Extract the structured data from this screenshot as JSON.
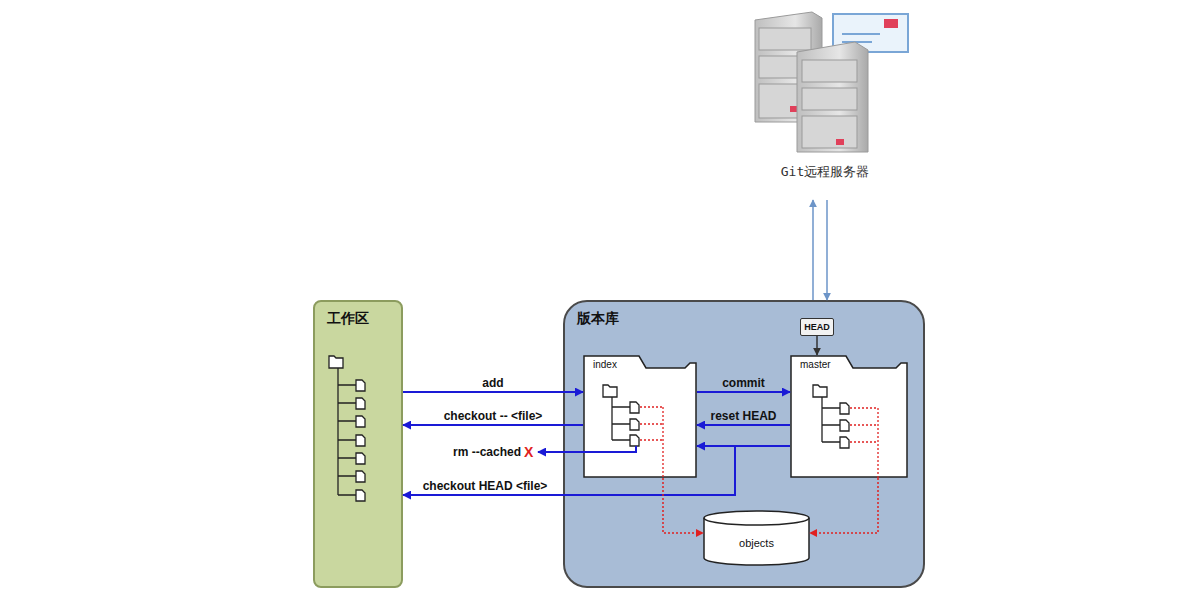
{
  "diagram": {
    "nodes": [
      {
        "text": [
          "Git远程服务器"
        ]
      },
      {
        "text": [
          "工作区"
        ]
      },
      {
        "text": [
          "版本库"
        ]
      },
      {
        "text": [
          "HEAD"
        ],
        "in": 2
      },
      {
        "text": [
          "index"
        ],
        "in": 2
      },
      {
        "text": [
          "master"
        ],
        "in": 2
      },
      {
        "text": [
          "objects"
        ],
        "in": 2
      }
    ],
    "edges": [
      {
        "from": 1,
        "to": 4,
        "arrow": "to",
        "label": "add"
      },
      {
        "from": 4,
        "to": 1,
        "arrow": "to",
        "label": "checkout -- <file>"
      },
      {
        "from": 4,
        "to": 5,
        "arrow": "to",
        "label": "commit"
      },
      {
        "from": 5,
        "to": 4,
        "arrow": "to",
        "label": "reset HEAD"
      },
      {
        "from": 5,
        "to": 4,
        "arrow": "to"
      },
      {
        "from": 5,
        "to": 1,
        "arrow": "to",
        "label": "checkout HEAD <file>"
      },
      {
        "from": 3,
        "to": 5,
        "arrow": "to"
      },
      {
        "from": 4,
        "to": 6,
        "arrow": "to"
      },
      {
        "from": 5,
        "to": 6,
        "arrow": "to"
      },
      {
        "from": 2,
        "to": 0,
        "arrow": "to"
      },
      {
        "from": 0,
        "to": 2,
        "arrow": "to"
      }
    ],
    "labels": [
      "rm --cached",
      "X"
    ]
  }
}
